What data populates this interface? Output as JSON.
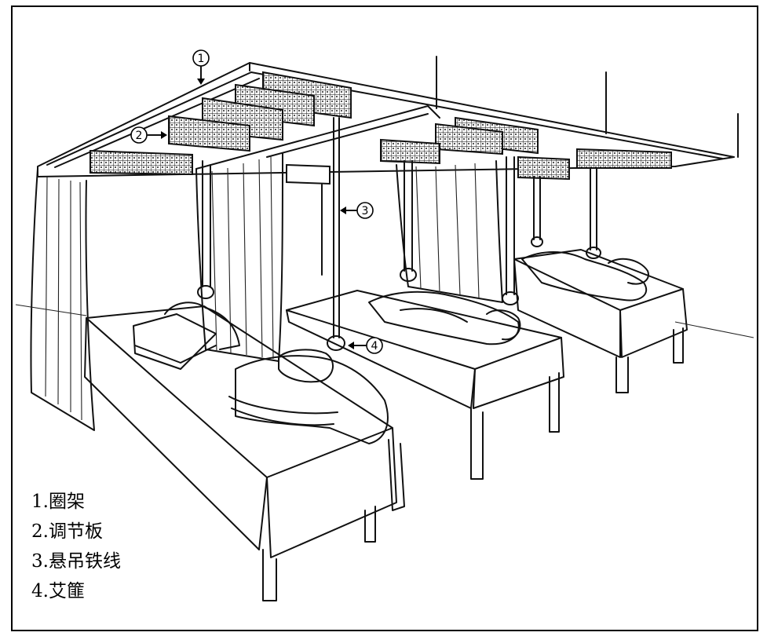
{
  "callouts": [
    {
      "number": "1"
    },
    {
      "number": "2"
    },
    {
      "number": "3"
    },
    {
      "number": "4"
    }
  ],
  "legend": [
    {
      "label": "1.圈架"
    },
    {
      "label": "2.调节板"
    },
    {
      "label": "3.悬吊铁线"
    },
    {
      "label": "4.艾篚"
    }
  ]
}
